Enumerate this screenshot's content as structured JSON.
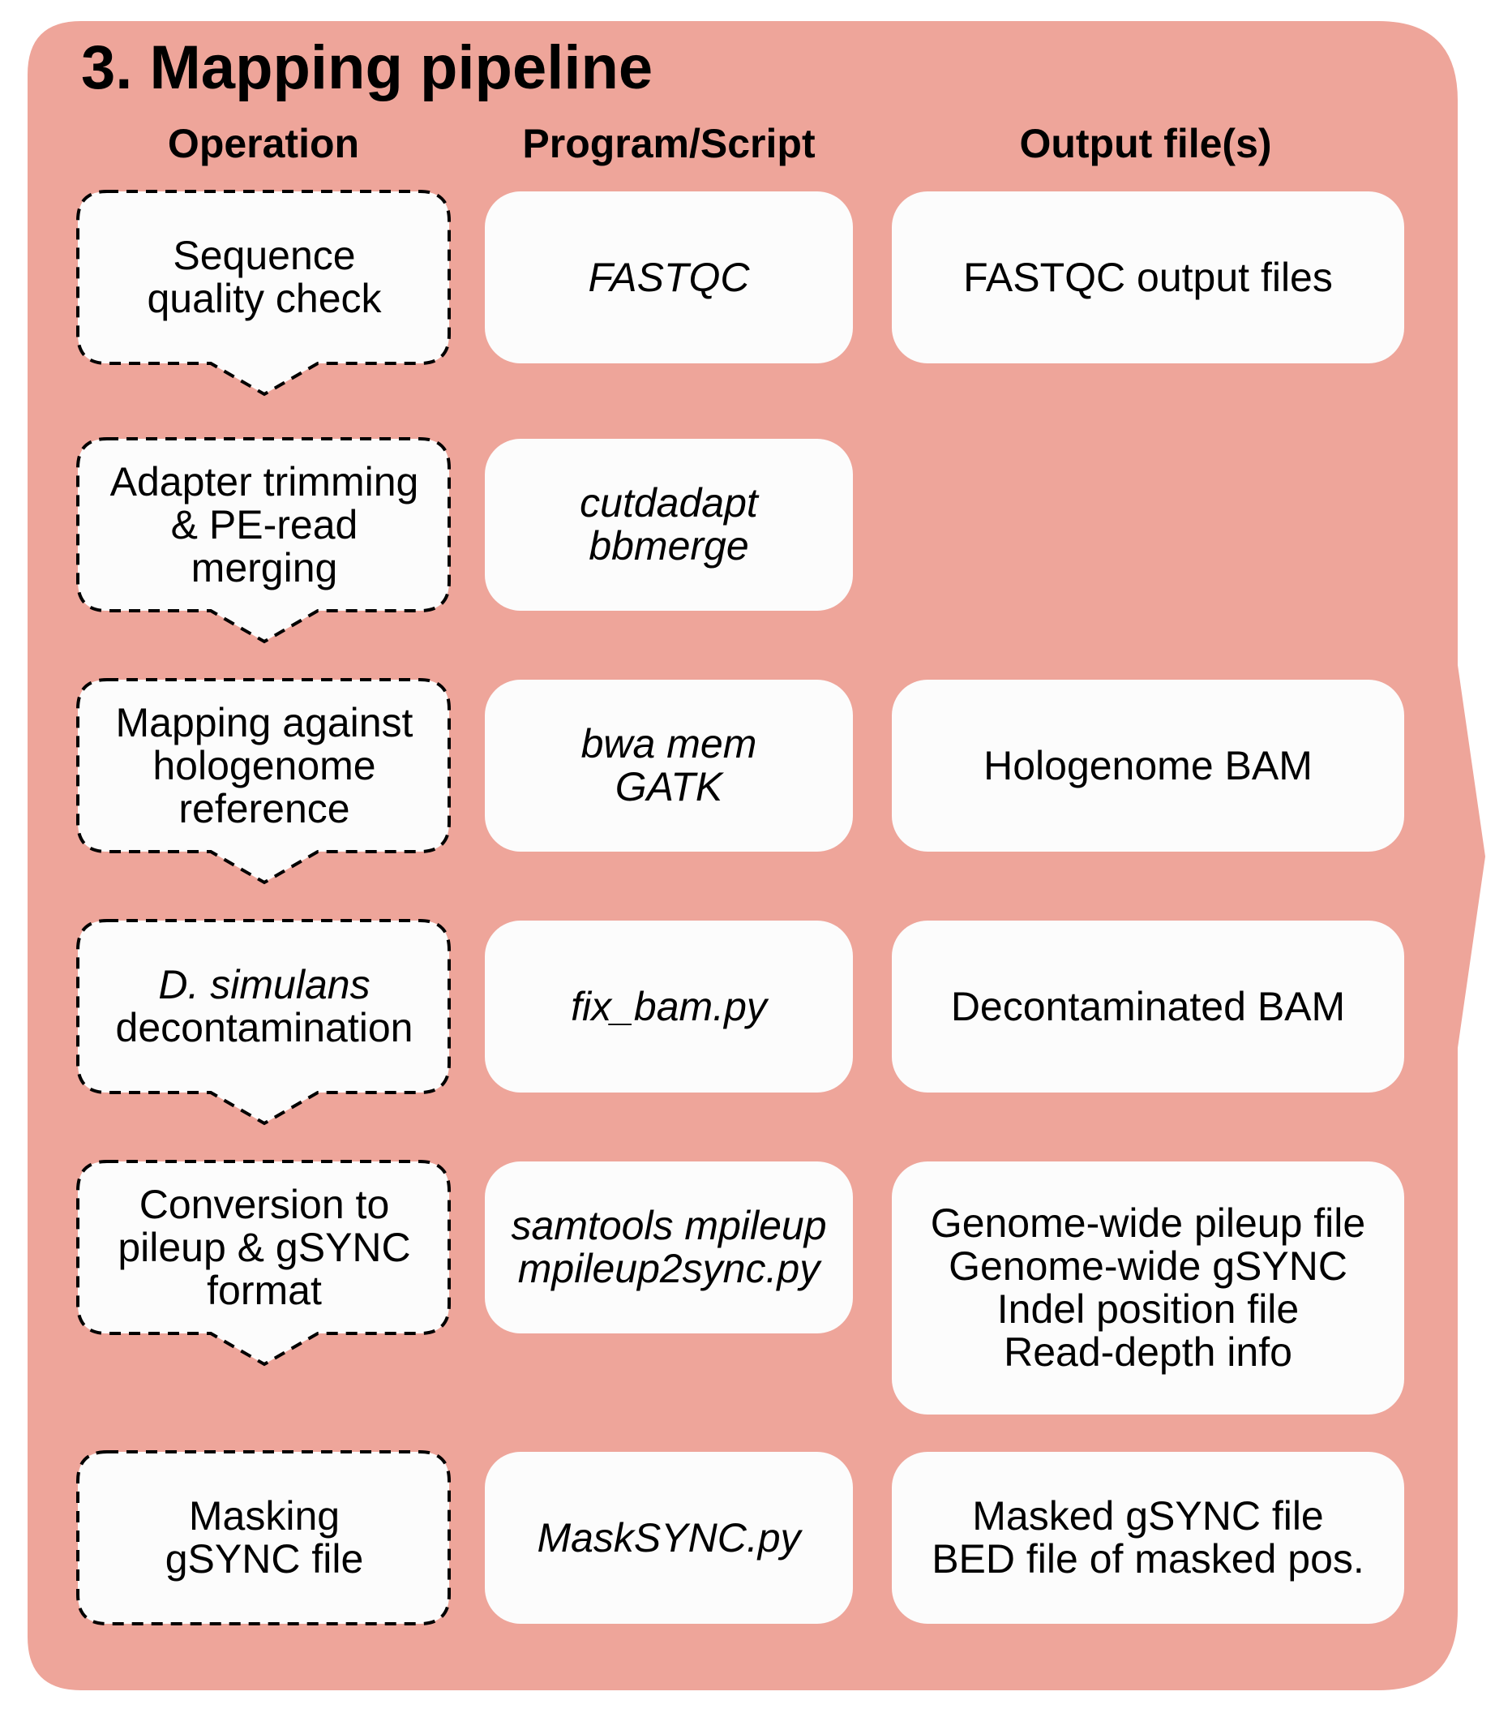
{
  "title": "3. Mapping pipeline",
  "columns": {
    "operation": "Operation",
    "program": "Program/Script",
    "output": "Output file(s)"
  },
  "colors": {
    "panel": "#eea59a",
    "box": "#fcfcfc",
    "dashed_border": "#000000"
  },
  "steps": [
    {
      "operation": [
        "Sequence",
        "quality check"
      ],
      "program": [
        "FASTQC"
      ],
      "output": [
        "FASTQC output files"
      ]
    },
    {
      "operation": [
        "Adapter trimming",
        "& PE-read",
        "merging"
      ],
      "program": [
        "cutdadapt",
        "bbmerge"
      ],
      "output": []
    },
    {
      "operation": [
        "Mapping against",
        "hologenome",
        "reference"
      ],
      "program": [
        "bwa mem",
        "GATK"
      ],
      "output": [
        "Hologenome BAM"
      ]
    },
    {
      "operation_italic_first": "D. simulans",
      "operation": [
        "decontamination"
      ],
      "program": [
        "fix_bam.py"
      ],
      "output": [
        "Decontaminated BAM"
      ]
    },
    {
      "operation": [
        "Conversion to",
        "pileup & gSYNC",
        "format"
      ],
      "program": [
        "samtools mpileup",
        "mpileup2sync.py"
      ],
      "output": [
        "Genome-wide pileup file",
        "Genome-wide gSYNC",
        "Indel position file",
        "Read-depth info"
      ]
    },
    {
      "operation": [
        "Masking",
        "gSYNC file"
      ],
      "program": [
        "MaskSYNC.py"
      ],
      "output": [
        "Masked gSYNC file",
        "BED file of masked pos."
      ]
    }
  ]
}
